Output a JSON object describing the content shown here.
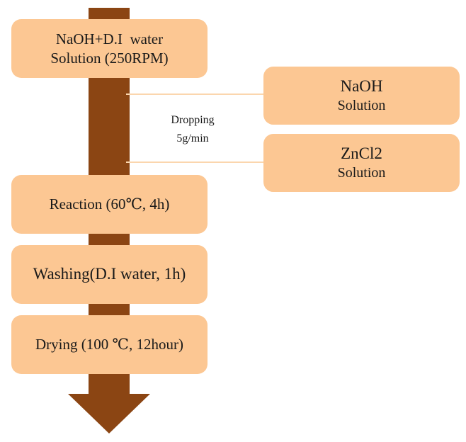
{
  "colors": {
    "arrow": "#8b4513",
    "box_fill": "#fcc793",
    "connector": "#fbd6ae"
  },
  "process_steps": [
    {
      "lines": [
        "NaOH+D.I  water",
        "Solution (250RPM)"
      ]
    },
    {
      "lines": [
        "Reaction (60℃, 4h)"
      ]
    },
    {
      "lines": [
        "Washing(D.I water, 1h)"
      ]
    },
    {
      "lines": [
        "Drying (100 ℃, 12hour)"
      ]
    }
  ],
  "inputs": [
    {
      "lines": [
        "NaOH",
        "Solution"
      ]
    },
    {
      "lines": [
        "ZnCl2",
        "Solution"
      ]
    }
  ],
  "dropping_note": {
    "line1": "Dropping",
    "line2": "5g/min"
  }
}
